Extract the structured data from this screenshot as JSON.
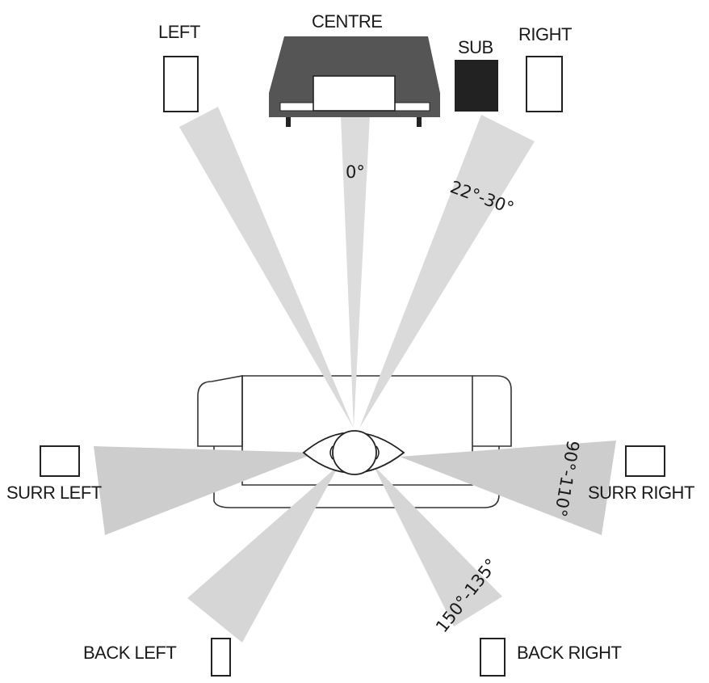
{
  "speakers": {
    "left": "LEFT",
    "centre": "CENTRE",
    "sub": "SUB",
    "right": "RIGHT",
    "surr_left": "SURR LEFT",
    "surr_right": "SURR RIGHT",
    "back_left": "BACK LEFT",
    "back_right": "BACK RIGHT"
  },
  "angles": {
    "front_centre": "0°",
    "front_side": "22°-30°",
    "surround": "90°-110°",
    "back": "150°-135°"
  },
  "colors": {
    "beam": "#dcdcdc",
    "beam_dark": "#c8c8c8",
    "tv": "#555555",
    "sub": "#222222",
    "outline": "#222222"
  }
}
